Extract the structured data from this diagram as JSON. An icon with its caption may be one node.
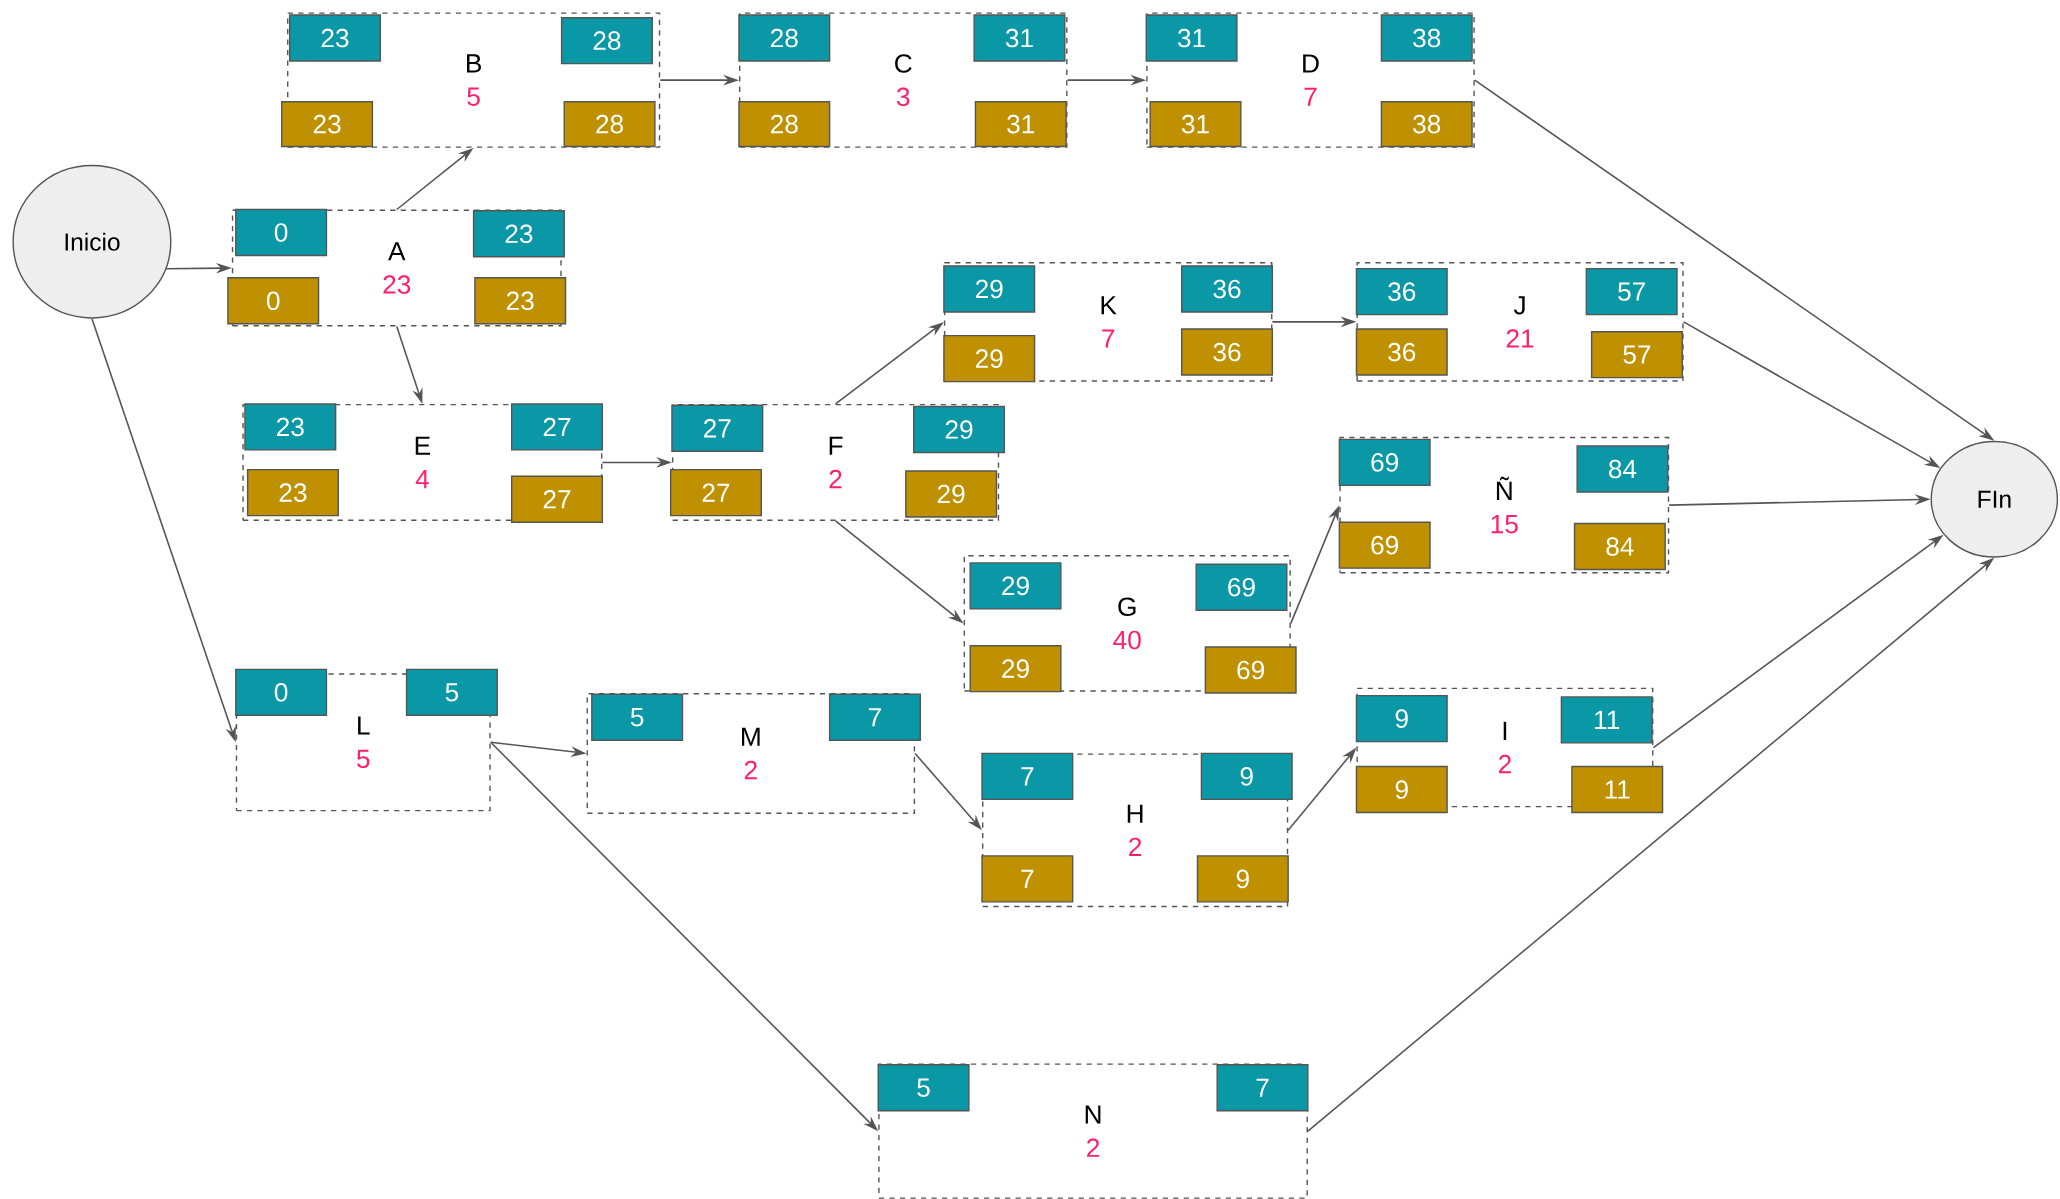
{
  "diagram": {
    "nodes": [
      {
        "text": [
          "Inicio"
        ]
      },
      {
        "text": [
          "B",
          "5"
        ]
      },
      {
        "text": [
          "23"
        ],
        "in": 1
      },
      {
        "text": [
          "28"
        ],
        "in": 1
      },
      {
        "text": [
          "23"
        ],
        "in": 1
      },
      {
        "text": [
          "28"
        ],
        "in": 1
      },
      {
        "text": [
          "C",
          "3"
        ]
      },
      {
        "text": [
          "28"
        ],
        "in": 6
      },
      {
        "text": [
          "31"
        ],
        "in": 6
      },
      {
        "text": [
          "28"
        ],
        "in": 6
      },
      {
        "text": [
          "31"
        ],
        "in": 6
      },
      {
        "text": [
          "D",
          "7"
        ]
      },
      {
        "text": [
          "31"
        ],
        "in": 11
      },
      {
        "text": [
          "38"
        ],
        "in": 11
      },
      {
        "text": [
          "31"
        ],
        "in": 11
      },
      {
        "text": [
          "38"
        ],
        "in": 11
      },
      {
        "text": [
          "A",
          "23"
        ]
      },
      {
        "text": [
          "0"
        ],
        "in": 16
      },
      {
        "text": [
          "23"
        ],
        "in": 16
      },
      {
        "text": [
          "0"
        ],
        "in": 16
      },
      {
        "text": [
          "23"
        ],
        "in": 16
      },
      {
        "text": [
          "K",
          "7"
        ]
      },
      {
        "text": [
          "29"
        ],
        "in": 21
      },
      {
        "text": [
          "36"
        ],
        "in": 21
      },
      {
        "text": [
          "29"
        ],
        "in": 21
      },
      {
        "text": [
          "36"
        ],
        "in": 21
      },
      {
        "text": [
          "J",
          "21"
        ]
      },
      {
        "text": [
          "36"
        ],
        "in": 26
      },
      {
        "text": [
          "57"
        ],
        "in": 26
      },
      {
        "text": [
          "36"
        ],
        "in": 26
      },
      {
        "text": [
          "57"
        ],
        "in": 26
      },
      {
        "text": [
          "E",
          "4"
        ]
      },
      {
        "text": [
          "23"
        ],
        "in": 31
      },
      {
        "text": [
          "27"
        ],
        "in": 31
      },
      {
        "text": [
          "23"
        ],
        "in": 31
      },
      {
        "text": [
          "27"
        ],
        "in": 31
      },
      {
        "text": [
          "F",
          "2"
        ]
      },
      {
        "text": [
          "27"
        ],
        "in": 36
      },
      {
        "text": [
          "29"
        ],
        "in": 36
      },
      {
        "text": [
          "27"
        ],
        "in": 36
      },
      {
        "text": [
          "29"
        ],
        "in": 36
      },
      {
        "text": [
          "Ñ",
          "15"
        ]
      },
      {
        "text": [
          "69"
        ],
        "in": 41
      },
      {
        "text": [
          "84"
        ],
        "in": 41
      },
      {
        "text": [
          "69"
        ],
        "in": 41
      },
      {
        "text": [
          "84"
        ],
        "in": 41
      },
      {
        "text": [
          "G",
          "40"
        ]
      },
      {
        "text": [
          "29"
        ],
        "in": 46
      },
      {
        "text": [
          "69"
        ],
        "in": 46
      },
      {
        "text": [
          "29"
        ],
        "in": 46
      },
      {
        "text": [
          "69"
        ],
        "in": 46
      },
      {
        "text": [
          "L",
          "5"
        ]
      },
      {
        "text": [
          "0"
        ],
        "in": 51
      },
      {
        "text": [
          "5"
        ],
        "in": 51
      },
      {
        "text": [
          "M",
          "2"
        ]
      },
      {
        "text": [
          "5"
        ],
        "in": 54
      },
      {
        "text": [
          "7"
        ],
        "in": 54
      },
      {
        "text": [
          "H",
          "2"
        ]
      },
      {
        "text": [
          "7"
        ],
        "in": 57
      },
      {
        "text": [
          "9"
        ],
        "in": 57
      },
      {
        "text": [
          "7"
        ],
        "in": 57
      },
      {
        "text": [
          "9"
        ],
        "in": 57
      },
      {
        "text": [
          "I",
          "2"
        ]
      },
      {
        "text": [
          "9"
        ],
        "in": 62
      },
      {
        "text": [
          "11"
        ],
        "in": 62
      },
      {
        "text": [
          "9"
        ],
        "in": 62
      },
      {
        "text": [
          "11"
        ],
        "in": 62
      },
      {
        "text": [
          "N",
          "2"
        ]
      },
      {
        "text": [
          "5"
        ],
        "in": 67
      },
      {
        "text": [
          "7"
        ],
        "in": 67
      },
      {
        "text": [
          "FIn"
        ]
      }
    ],
    "edges": [
      {
        "from": 0,
        "to": 16,
        "arrow": "to"
      },
      {
        "from": 0,
        "to": 51,
        "arrow": "to"
      },
      {
        "from": 16,
        "to": 1,
        "arrow": "to"
      },
      {
        "from": 16,
        "to": 31,
        "arrow": "to"
      },
      {
        "from": 1,
        "to": 6,
        "arrow": "to"
      },
      {
        "from": 6,
        "to": 11,
        "arrow": "to"
      },
      {
        "from": 11,
        "to": 70,
        "arrow": "to"
      },
      {
        "from": 31,
        "to": 36,
        "arrow": "to"
      },
      {
        "from": 36,
        "to": 21,
        "arrow": "to"
      },
      {
        "from": 36,
        "to": 46,
        "arrow": "to"
      },
      {
        "from": 21,
        "to": 26,
        "arrow": "to"
      },
      {
        "from": 26,
        "to": 70,
        "arrow": "to"
      },
      {
        "from": 46,
        "to": 41,
        "arrow": "to"
      },
      {
        "from": 41,
        "to": 70,
        "arrow": "to"
      },
      {
        "from": 51,
        "to": 54,
        "arrow": "to"
      },
      {
        "from": 51,
        "to": 67,
        "arrow": "to"
      },
      {
        "from": 54,
        "to": 57,
        "arrow": "to"
      },
      {
        "from": 57,
        "to": 62,
        "arrow": "to"
      },
      {
        "from": 62,
        "to": 70,
        "arrow": "to"
      },
      {
        "from": 67,
        "to": 70,
        "arrow": "to"
      }
    ]
  }
}
